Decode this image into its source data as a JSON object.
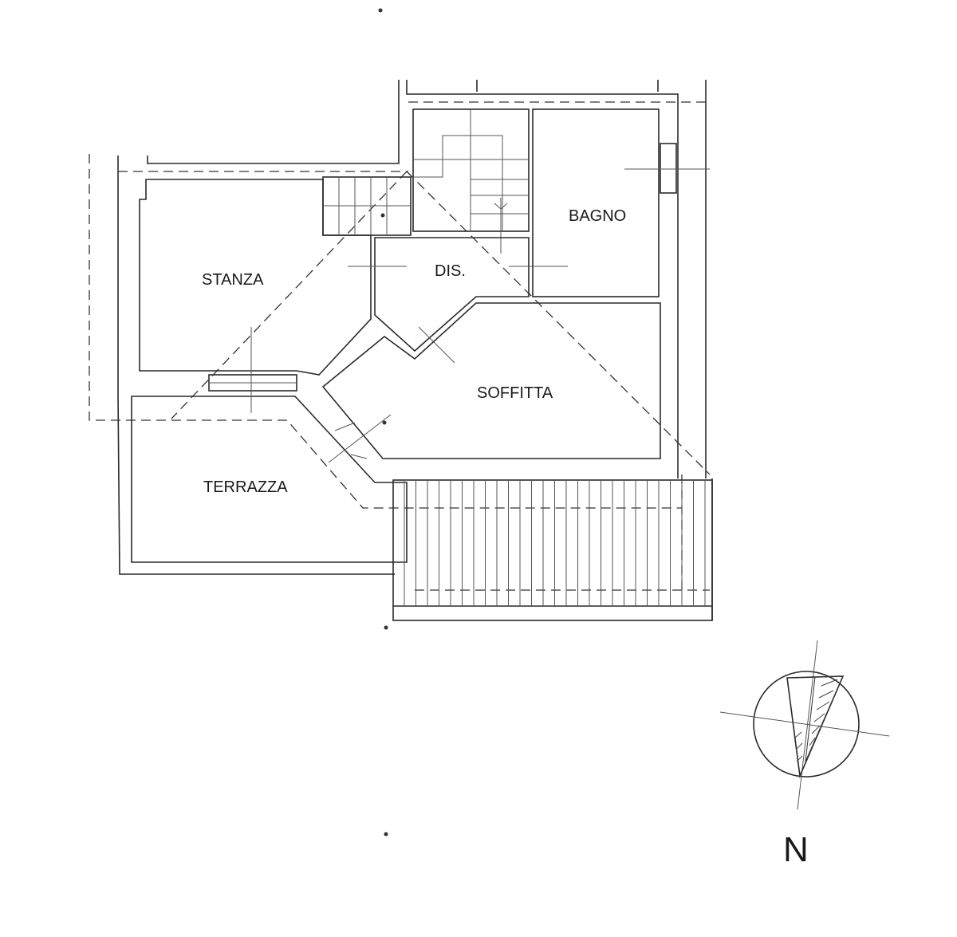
{
  "plan": {
    "rooms": [
      {
        "id": "stanza",
        "label": "STANZA"
      },
      {
        "id": "dis",
        "label": "DIS."
      },
      {
        "id": "bagno",
        "label": "BAGNO"
      },
      {
        "id": "soffitta",
        "label": "SOFFITTA"
      },
      {
        "id": "terrazza",
        "label": "TERRAZZA"
      }
    ],
    "compass": {
      "label": "N"
    }
  }
}
